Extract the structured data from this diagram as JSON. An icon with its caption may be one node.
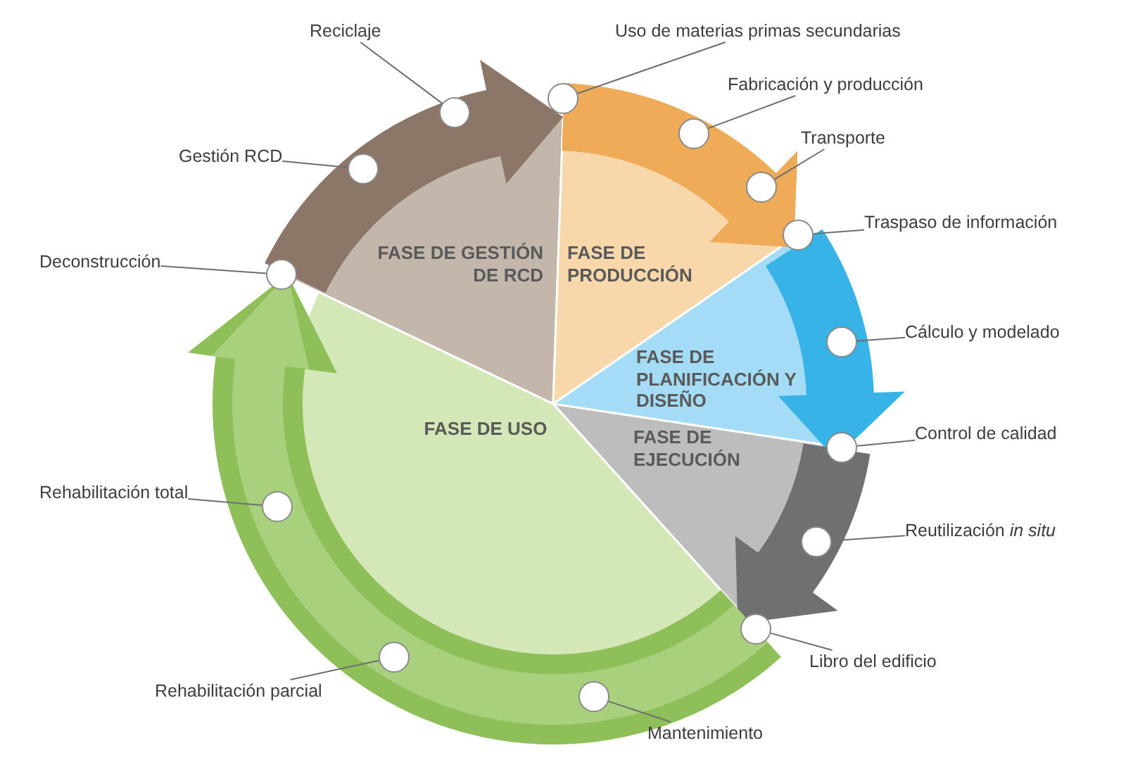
{
  "diagram": {
    "nodes": [
      {
        "text": [
          "FASE DE GESTIÓN DE RCD"
        ]
      },
      {
        "text": [
          "FASE DE PRODUCCIÓN"
        ]
      },
      {
        "text": [
          "FASE DE PLANIFICACIÓN Y DISEÑO"
        ]
      },
      {
        "text": [
          "FASE DE EJECUCIÓN"
        ]
      },
      {
        "text": [
          "FASE DE USO"
        ]
      },
      {
        "text": [
          "Reciclaje"
        ]
      },
      {
        "text": [],
        "shape": "circle"
      },
      {
        "text": [
          "Gestión RCD"
        ]
      },
      {
        "text": [],
        "shape": "circle"
      },
      {
        "text": [
          "Deconstrucción"
        ]
      },
      {
        "text": [],
        "shape": "circle"
      },
      {
        "text": [
          "Uso de materias primas secundarias"
        ]
      },
      {
        "text": [],
        "shape": "circle"
      },
      {
        "text": [
          "Fabricación y producción"
        ]
      },
      {
        "text": [],
        "shape": "circle"
      },
      {
        "text": [
          "Transporte"
        ]
      },
      {
        "text": [],
        "shape": "circle"
      },
      {
        "text": [
          "Traspaso de información"
        ]
      },
      {
        "text": [],
        "shape": "circle"
      },
      {
        "text": [
          "Cálculo y modelado"
        ]
      },
      {
        "text": [],
        "shape": "circle"
      },
      {
        "text": [
          "Control de calidad"
        ]
      },
      {
        "text": [],
        "shape": "circle"
      },
      {
        "text": [
          "Reutilización *in situ*"
        ]
      },
      {
        "text": [],
        "shape": "circle"
      },
      {
        "text": [
          "Libro del edificio"
        ]
      },
      {
        "text": [],
        "shape": "circle"
      },
      {
        "text": [
          "Mantenimiento"
        ]
      },
      {
        "text": [],
        "shape": "circle"
      },
      {
        "text": [
          "Rehabilitación parcial"
        ]
      },
      {
        "text": [],
        "shape": "circle"
      },
      {
        "text": [
          "Rehabilitación total"
        ]
      },
      {
        "text": [],
        "shape": "circle"
      }
    ],
    "edges": [
      {
        "from": 5,
        "to": 6,
        "arrow": "none"
      },
      {
        "from": 7,
        "to": 8,
        "arrow": "none"
      },
      {
        "from": 9,
        "to": 10,
        "arrow": "none"
      },
      {
        "from": 11,
        "to": 12,
        "arrow": "none"
      },
      {
        "from": 13,
        "to": 14,
        "arrow": "none"
      },
      {
        "from": 15,
        "to": 16,
        "arrow": "none"
      },
      {
        "from": 17,
        "to": 18,
        "arrow": "none"
      },
      {
        "from": 19,
        "to": 20,
        "arrow": "none"
      },
      {
        "from": 21,
        "to": 22,
        "arrow": "none"
      },
      {
        "from": 23,
        "to": 24,
        "arrow": "none"
      },
      {
        "from": 25,
        "to": 26,
        "arrow": "none"
      },
      {
        "from": 27,
        "to": 28,
        "arrow": "none"
      },
      {
        "from": 29,
        "to": 30,
        "arrow": "none"
      },
      {
        "from": 31,
        "to": 32,
        "arrow": "none"
      }
    ]
  }
}
